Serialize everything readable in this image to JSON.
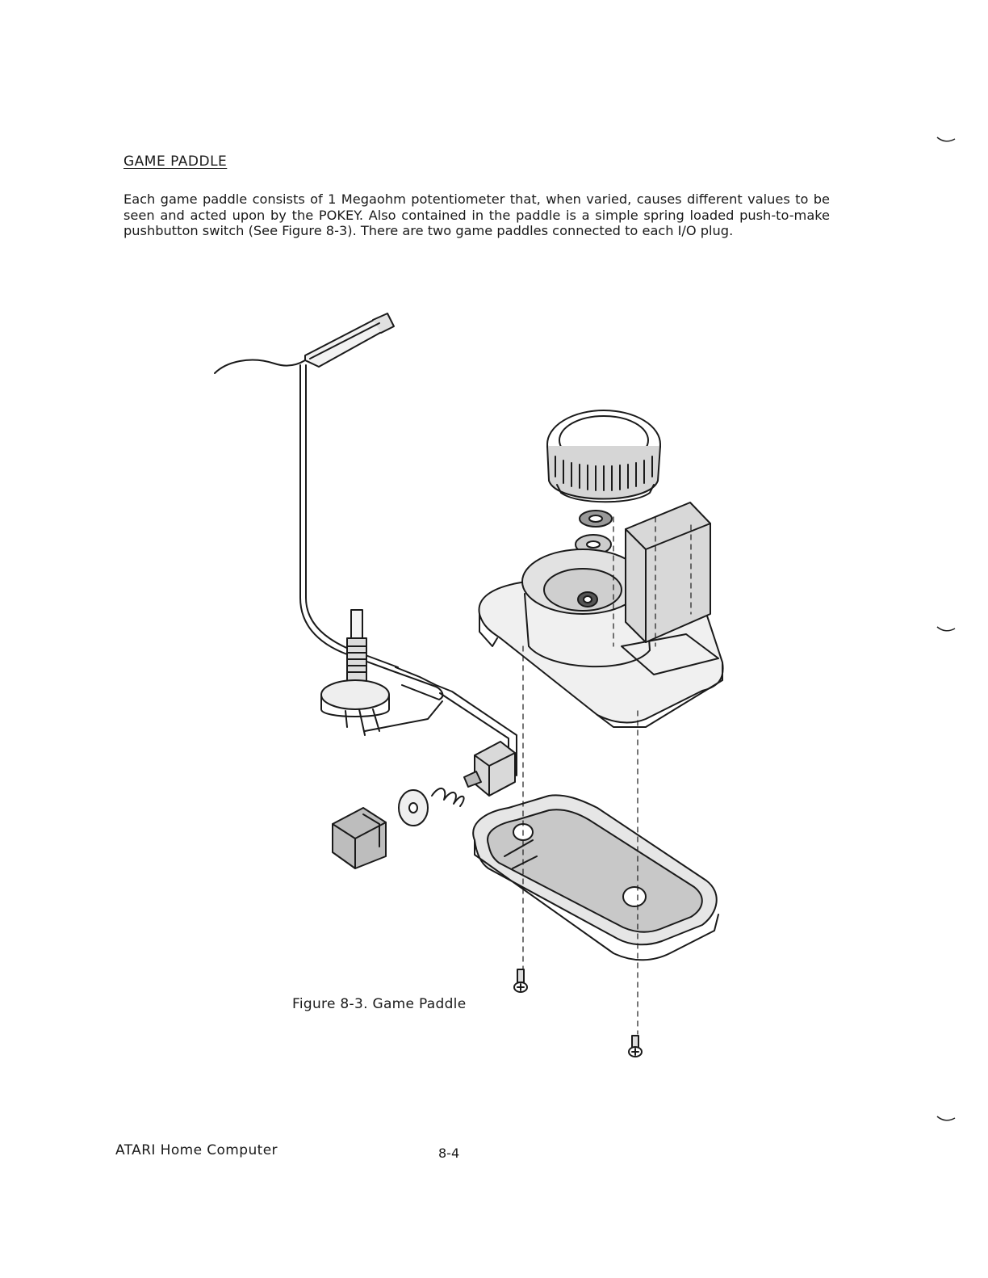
{
  "section": {
    "heading": "GAME PADDLE",
    "paragraph": "Each game paddle consists of 1 Megaohm potentiometer that, when varied, causes different values to be seen and acted upon by the POKEY. Also contained in the paddle is a simple spring loaded push-to-make pushbutton switch (See Figure 8-3). There are two game paddles connected to each I/O plug."
  },
  "figure": {
    "caption": "Figure 8-3.  Game Paddle"
  },
  "footer": {
    "left": "ATARI Home Computer",
    "page": "8-4"
  }
}
